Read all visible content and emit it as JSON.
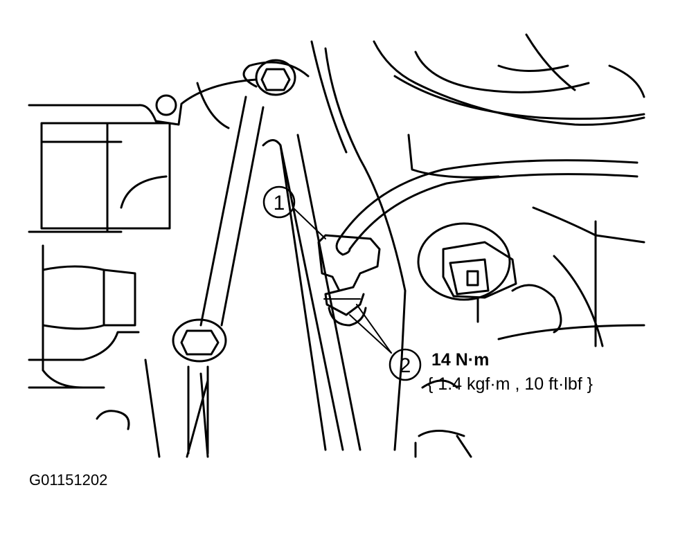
{
  "diagram": {
    "figure_id": "G01151202",
    "callouts": [
      "1",
      "2"
    ],
    "torque": {
      "value": "14 N·m",
      "conversions": "{ 1.4 kgf·m , 10 ft·lbf }"
    }
  }
}
